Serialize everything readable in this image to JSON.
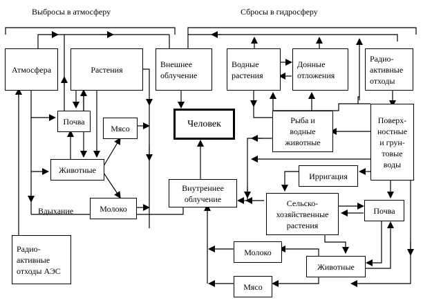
{
  "headers": {
    "emissions_atmosphere": "Выбросы в атмосферу",
    "discharges_hydrosphere": "Сбросы в гидросферу"
  },
  "labels": {
    "inhalation": "Вдыхание"
  },
  "nodes": {
    "atmosphere": "Атмосфера",
    "plants": "Растения",
    "external_irradiation": "Внешнее\nоблучение",
    "aquatic_plants": "Водные\nрастения",
    "bottom_sediments": "Донные\nотложения",
    "radioactive_waste": "Радио-\nактивные\nотходы",
    "soil_left": "Почва",
    "meat_left": "Мясо",
    "human": "Человек",
    "fish": "Рыба и\nводные\nживотные",
    "surface_ground_water": "Поверх-\nностные\nи грун-\nтовые\nводы",
    "animals_left": "Животные",
    "irrigation": "Ирригация",
    "internal_irradiation": "Внутреннее\nоблучение",
    "agricultural_plants": "Сельско-\nхозяйственные\nрастения",
    "soil_right": "Почва",
    "milk_left": "Молоко",
    "npp_waste": "Радио-\nактивные\nотходы АЭС",
    "milk_right": "Молоко",
    "animals_right": "Животные",
    "meat_right": "Мясо"
  }
}
